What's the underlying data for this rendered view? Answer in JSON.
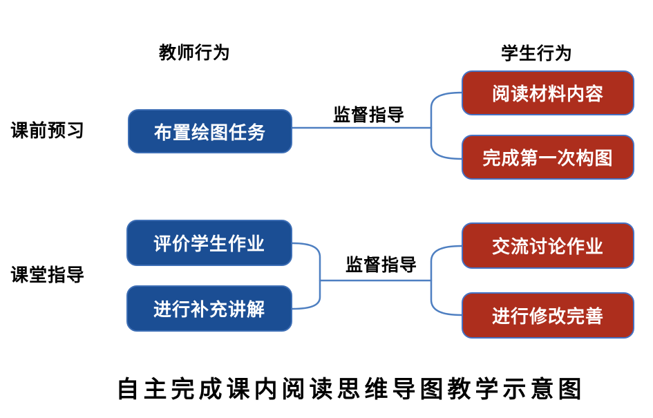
{
  "colors": {
    "teacher_box_fill": "#1B4E94",
    "teacher_box_border": "#3D6EB5",
    "student_box_fill": "#AD2E1D",
    "student_box_border": "#4472C4",
    "connector_line": "#4E7FC1",
    "box_text": "#FFFFFF",
    "label_text": "#000000",
    "background": "#FFFFFF"
  },
  "headers": {
    "teacher_column": "教师行为",
    "student_column": "学生行为"
  },
  "rows": [
    {
      "stage_label": "课前预习",
      "connector_label": "监督指导",
      "teacher_boxes": [
        {
          "label": "布置绘图任务"
        }
      ],
      "student_boxes": [
        {
          "label": "阅读材料内容"
        },
        {
          "label": "完成第一次构图"
        }
      ]
    },
    {
      "stage_label": "课堂指导",
      "connector_label": "监督指导",
      "teacher_boxes": [
        {
          "label": "评价学生作业"
        },
        {
          "label": "进行补充讲解"
        }
      ],
      "student_boxes": [
        {
          "label": "交流讨论作业"
        },
        {
          "label": "进行修改完善"
        }
      ]
    }
  ],
  "caption": "自主完成课内阅读思维导图教学示意图"
}
